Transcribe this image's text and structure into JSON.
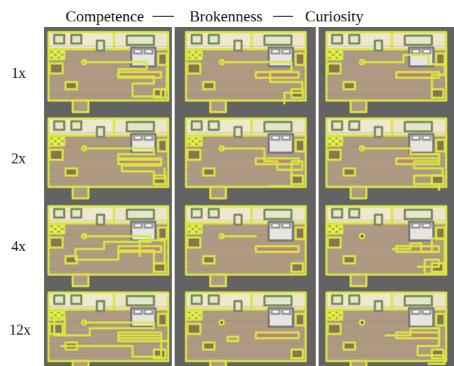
{
  "diagram": {
    "labels": [
      "Competence",
      "Brokenness",
      "Curiosity",
      "1x",
      "2x",
      "4x",
      "12x"
    ]
  }
}
